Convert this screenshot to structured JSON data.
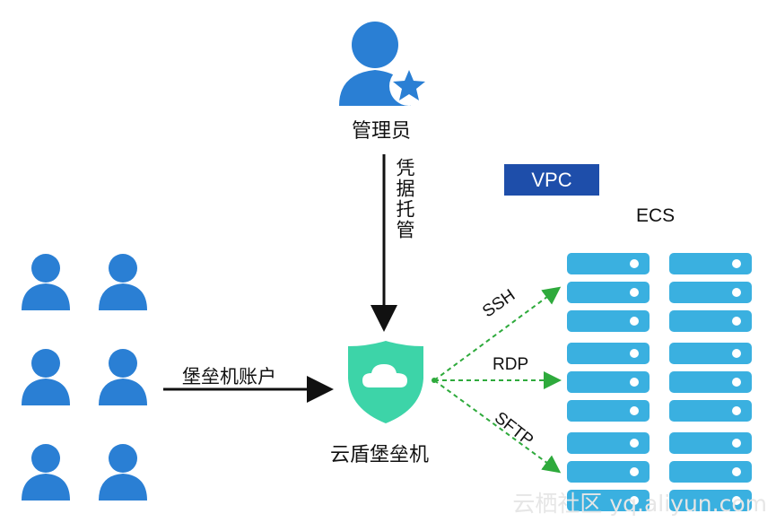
{
  "admin": {
    "label": "管理员",
    "icon": "admin-star-user-icon"
  },
  "credential": {
    "label": "凭据托管"
  },
  "vpc": {
    "label": "VPC"
  },
  "ecs": {
    "label": "ECS"
  },
  "users": {
    "count": 6,
    "icon": "user-icon"
  },
  "account": {
    "label": "堡垒机账户"
  },
  "bastion": {
    "label": "云盾堡垒机",
    "icon": "shield-cloud-icon"
  },
  "protocols": [
    "SSH",
    "RDP",
    "SFTP"
  ],
  "watermark": "云栖社区 yq.aliyun.com",
  "colors": {
    "user_blue": "#2a7fd4",
    "shield_green": "#3dd4a8",
    "server_blue": "#3ab0e0",
    "vpc_blue": "#1e4eaa",
    "arrow_green": "#2eaa3c"
  }
}
